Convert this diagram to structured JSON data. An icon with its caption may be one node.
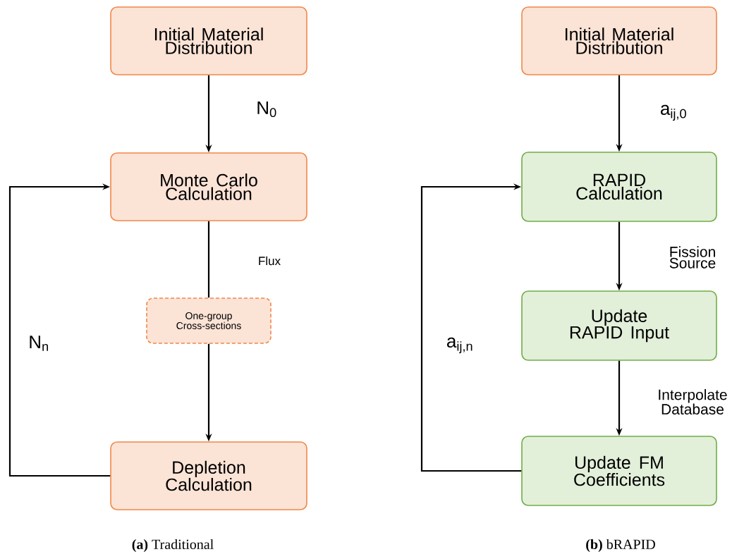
{
  "diagram": {
    "nodes": [
      {
        "text": [
          "Initial Material Distribution"
        ]
      },
      {
        "text": [
          "Monte Carlo Calculation"
        ]
      },
      {
        "text": [
          "One-group Cross-sections"
        ]
      },
      {
        "text": [
          "Depletion Calculation"
        ]
      },
      {
        "text": [
          "Initial Material Distribution"
        ]
      },
      {
        "text": [
          "RAPID Calculation"
        ]
      },
      {
        "text": [
          "Update RAPID Input"
        ]
      },
      {
        "text": [
          "Update FM Coefficients"
        ]
      }
    ],
    "edges": [
      {
        "from": 0,
        "to": 1,
        "arrow": "to",
        "label": "N$_{0}$"
      },
      {
        "from": 1,
        "to": 2,
        "arrow": "none",
        "label": "Flux"
      },
      {
        "from": 2,
        "to": 3,
        "arrow": "to"
      },
      {
        "from": 3,
        "to": 1,
        "arrow": "to",
        "label": "N$_{n}$"
      },
      {
        "from": 4,
        "to": 5,
        "arrow": "to",
        "label": "a$_{ij,0}$"
      },
      {
        "from": 5,
        "to": 6,
        "arrow": "to",
        "label": "Fission Source"
      },
      {
        "from": 6,
        "to": 7,
        "arrow": "to",
        "label": "Interpolate Database"
      },
      {
        "from": 7,
        "to": 5,
        "arrow": "to",
        "label": "a$_{ij,n}$"
      }
    ],
    "labels": [
      "**(a)** Traditional",
      "**(b)** bRAPID"
    ]
  }
}
